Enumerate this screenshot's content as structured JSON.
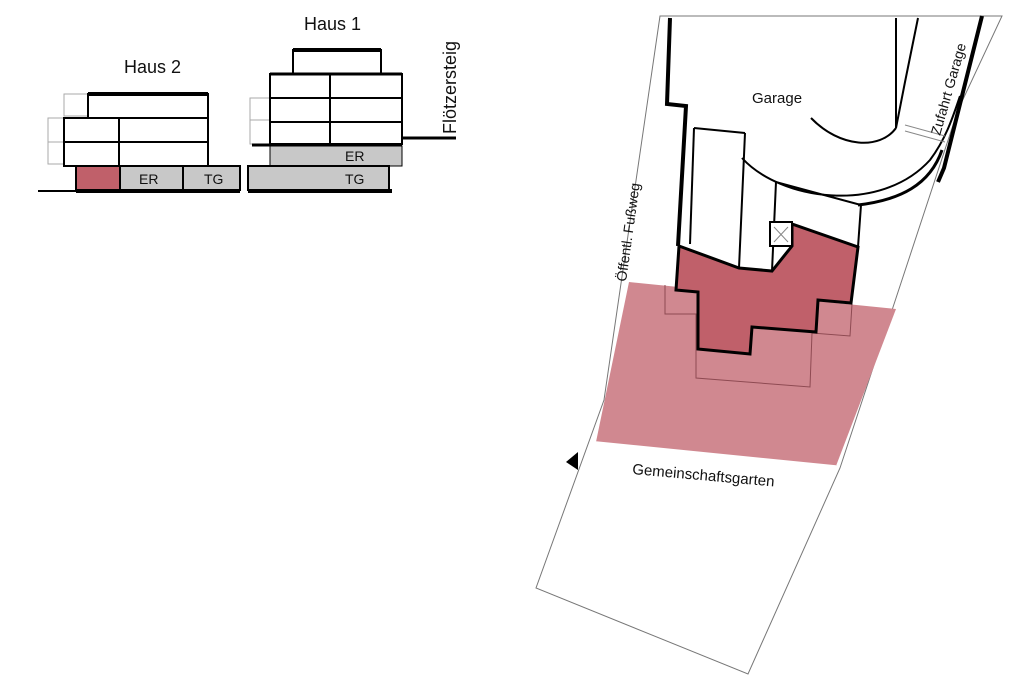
{
  "section": {
    "house1_title": "Haus 1",
    "house2_title": "Haus 2",
    "street_label": "Flötzersteig",
    "h2_storage_label": "ER",
    "h2_garage_label": "TG",
    "h1_storage_label": "ER",
    "h1_garage_label": "TG"
  },
  "site_plan": {
    "garage_label": "Garage",
    "driveway_label": "Zufahrt Garage",
    "footpath_label": "Öffentl. Fußweg",
    "garden_label": "Gemeinschaftsgarten"
  },
  "colors": {
    "unit_highlight": "#c0606a",
    "garden_highlight": "#d08890",
    "storage_fill": "#c8c8c8",
    "line": "#000000"
  }
}
